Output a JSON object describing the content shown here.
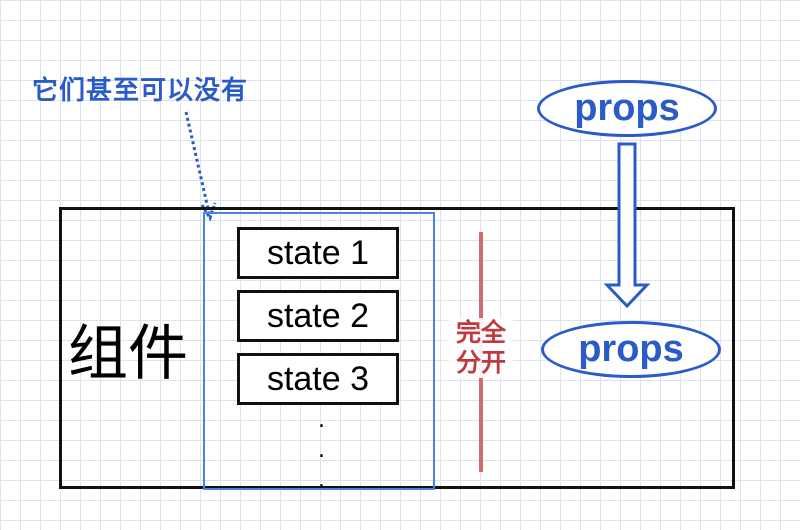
{
  "annotation": {
    "text": "它们甚至可以没有"
  },
  "component": {
    "label": "组件"
  },
  "states": [
    "state 1",
    "state 2",
    "state 3"
  ],
  "state_ellipsis": [
    ".",
    ".",
    "."
  ],
  "separation": {
    "line1": "完全",
    "line2": "分开"
  },
  "props": {
    "top": "props",
    "bottom": "props"
  },
  "colors": {
    "accent_blue": "#2a5bc8",
    "container_blue": "#4a84e0",
    "separator_red": "#c0393f",
    "grid": "#dde3ee"
  }
}
